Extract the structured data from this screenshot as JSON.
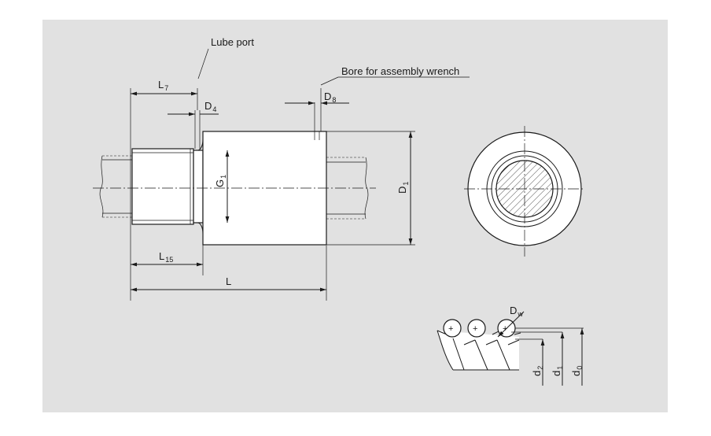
{
  "labels": {
    "lube_port": "Lube port",
    "bore": "Bore for assembly wrench",
    "L7": "L",
    "L7_sub": "7",
    "D4": "D",
    "D4_sub": "4",
    "D8": "D",
    "D8_sub": "8",
    "G1": "G",
    "G1_sub": "1",
    "D1": "D",
    "D1_sub": "1",
    "L15": "L",
    "L15_sub": "15",
    "L": "L",
    "Dw": "D",
    "Dw_sub": "w",
    "d2": "d",
    "d2_sub": "2",
    "d1": "d",
    "d1_sub": "1",
    "d0": "d",
    "d0_sub": "0"
  },
  "colors": {
    "background": "#e1e1e1",
    "line": "#1a1a1a",
    "part": "#ffffff"
  }
}
